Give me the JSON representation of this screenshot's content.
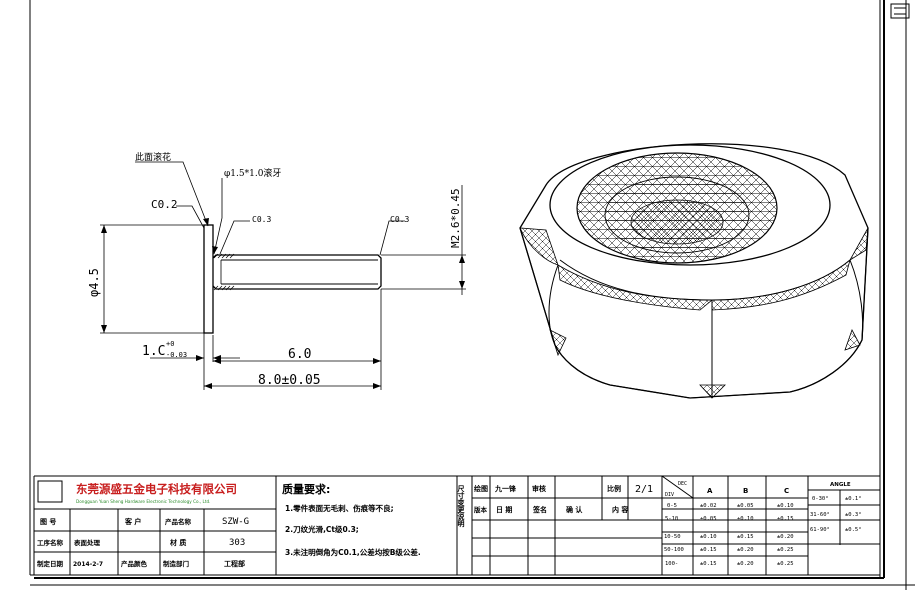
{
  "drawing": {
    "callout_face": "此面滚花",
    "callout_thread": "φ1.5*1.0滚牙",
    "chamfer_left": "C0.2",
    "chamfer_mid": "C0.3",
    "chamfer_right": "C0.3",
    "dim_diameter": "φ4.5",
    "dim_thread": "M2.6*0.45",
    "dim_flange": "1.C",
    "dim_flange_tol_upper": "+0",
    "dim_flange_tol_lower": "-0.03",
    "dim_shaft": "6.0",
    "dim_total": "8.0±0.05"
  },
  "title_block": {
    "company_cn": "东莞源盛五金电子科技有限公司",
    "company_en": "Dongguan Yuan Sheng Hardware Electronic Technology Co., Ltd.",
    "rows": [
      {
        "c1": "图 号",
        "c2": "",
        "c3": "客 户",
        "c4": "产品名称",
        "c5": "SZW-G"
      },
      {
        "c1": "工序名称",
        "c2": "表面处理",
        "c3": "",
        "c4": "材 质",
        "c5": "303"
      },
      {
        "c1": "制定日期",
        "c2": "2014-2-7",
        "c3": "产品颜色",
        "c4": "制造部门",
        "c5": "工程部"
      }
    ]
  },
  "requirements": {
    "title": "质量要求:",
    "items": [
      "1.零件表面无毛刺、伤痕等不良;",
      "2.刀纹光滑,Ct级0.3;",
      "3.未注明倒角为C0.1,公差均按B级公差."
    ]
  },
  "approval": {
    "side_label": "尺寸变更说明",
    "labels": [
      "绘图",
      "九一锋",
      "审核",
      "",
      "比例",
      "2/1"
    ],
    "labels2": [
      "版本",
      "日 期",
      "签名",
      "确 认",
      "内 容",
      ""
    ]
  },
  "tolerance": {
    "corner_top": "DEC",
    "corner_bottom": "DIV",
    "headers": [
      "A",
      "B",
      "C"
    ],
    "rows": [
      {
        "range": "0-5",
        "a": "±0.02",
        "b": "±0.05",
        "c": "±0.10"
      },
      {
        "range": "5-10",
        "a": "±0.05",
        "b": "±0.10",
        "c": "±0.15"
      },
      {
        "range": "10-50",
        "a": "±0.10",
        "b": "±0.15",
        "c": "±0.20"
      },
      {
        "range": "50-100",
        "a": "±0.15",
        "b": "±0.20",
        "c": "±0.25"
      },
      {
        "range": "100-",
        "a": "±0.15",
        "b": "±0.20",
        "c": "±0.25"
      }
    ],
    "angle_header": "ANGLE",
    "angle_rows": [
      {
        "range": "0-30°",
        "tol": "±0.1°"
      },
      {
        "range": "31-60°",
        "tol": "±0.3°"
      },
      {
        "range": "61-90°",
        "tol": "±0.5°"
      }
    ]
  }
}
